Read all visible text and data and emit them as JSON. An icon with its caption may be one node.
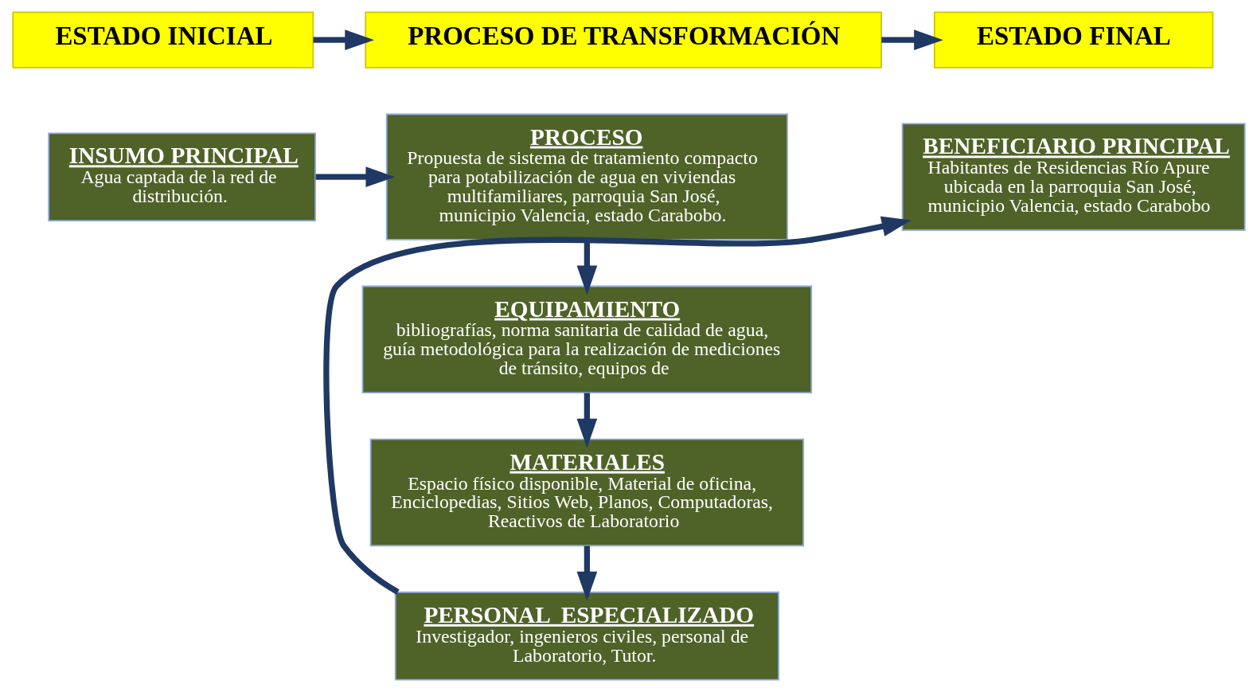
{
  "diagram": {
    "nodes": [
      {
        "text": [
          "ESTADO INICIAL"
        ]
      },
      {
        "text": [
          "PROCESO DE TRANSFORMACIÓN"
        ]
      },
      {
        "text": [
          "ESTADO FINAL"
        ]
      },
      {
        "text": [
          "INSUMO PRINCIPAL",
          "Agua captada de la red de distribución."
        ]
      },
      {
        "text": [
          "PROCESO",
          "Propuesta de sistema de tratamiento compacto para potabilización de agua en viviendas multifamiliares, parroquia San José, municipio Valencia, estado Carabobo."
        ]
      },
      {
        "text": [
          "BENEFICIARIO PRINCIPAL",
          "Habitantes de Residencias Río Apure ubicada en la parroquia San José, municipio Valencia, estado Carabobo"
        ]
      },
      {
        "text": [
          "EQUIPAMIENTO",
          "bibliografías, norma sanitaria de calidad de agua, guía metodológica para la realización de mediciones de tránsito, equipos de"
        ]
      },
      {
        "text": [
          "MATERIALES",
          "Espacio físico disponible, Material de oficina, Enciclopedias, Sitios Web, Planos, Computadoras, Reactivos de Laboratorio"
        ]
      },
      {
        "text": [
          "PERSONAL  ESPECIALIZADO",
          "Investigador, ingenieros civiles, personal de Laboratorio, Tutor."
        ]
      }
    ],
    "edges": [
      {
        "from": 0,
        "to": 1,
        "arrow": "to"
      },
      {
        "from": 1,
        "to": 2,
        "arrow": "to"
      },
      {
        "from": 3,
        "to": 4,
        "arrow": "to"
      },
      {
        "from": 4,
        "to": 6,
        "arrow": "to"
      },
      {
        "from": 6,
        "to": 7,
        "arrow": "to"
      },
      {
        "from": 7,
        "to": 8,
        "arrow": "to"
      },
      {
        "from": 8,
        "to": 5,
        "arrow": "to"
      }
    ]
  }
}
